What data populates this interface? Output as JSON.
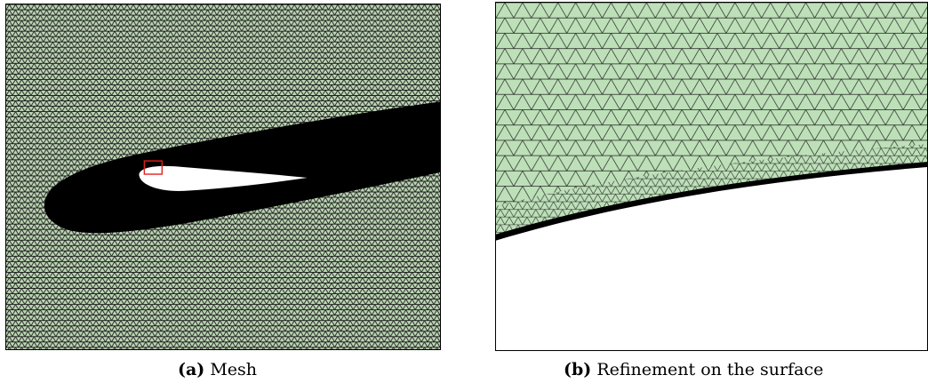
{
  "figure": {
    "panel_a": {
      "label": "(a)",
      "caption": "Mesh"
    },
    "panel_b": {
      "label": "(b)",
      "caption": "Refinement on the surface"
    }
  },
  "colors": {
    "mesh_fill": "#bcd6b4",
    "mesh_edges": "#1a1a1a",
    "dense_wake": "#000000",
    "airfoil": "#ffffff",
    "zoom_box": "#e0201c"
  }
}
